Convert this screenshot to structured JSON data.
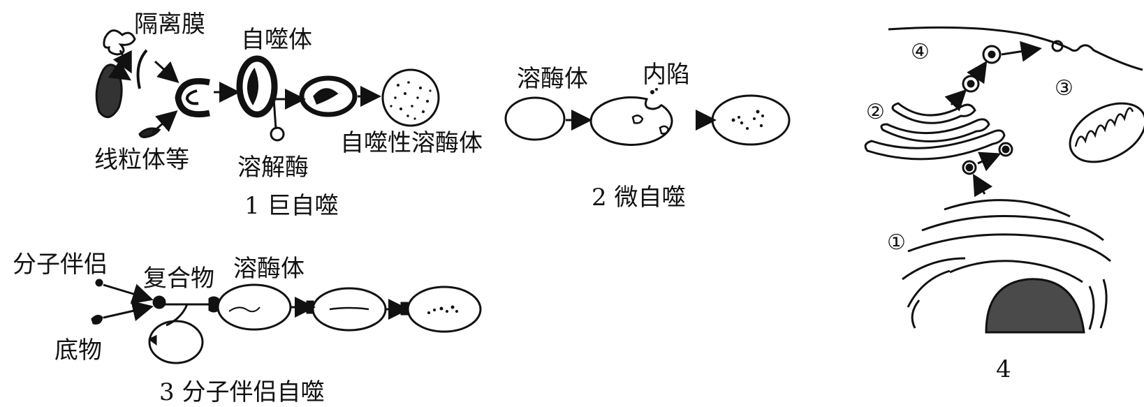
{
  "macro": {
    "isolation_membrane": "隔离膜",
    "autophagosome": "自噬体",
    "mitochondria_etc": "线粒体等",
    "lytic_enzyme": "溶解酶",
    "autolysosome": "自噬性溶酶体",
    "caption": "1 巨自噬"
  },
  "micro": {
    "lysosome": "溶酶体",
    "invagination": "内陷",
    "caption": "2 微自噬"
  },
  "chaperone": {
    "molecular_chaperone": "分子伴侣",
    "complex": "复合物",
    "lysosome": "溶酶体",
    "substrate": "底物",
    "caption": "3 分子伴侣自噬"
  },
  "cell": {
    "label_1": "①",
    "label_2": "②",
    "label_3": "③",
    "label_4": "④",
    "caption": "4"
  }
}
